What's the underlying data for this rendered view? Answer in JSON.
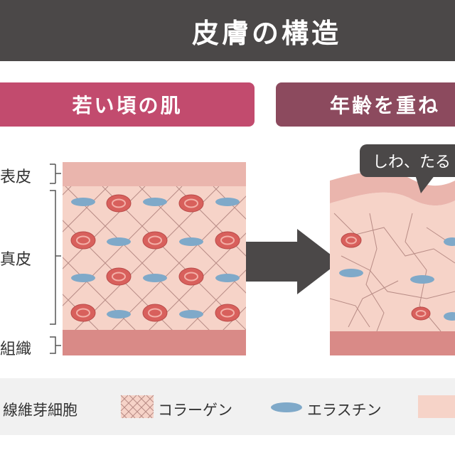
{
  "title": "皮膚の構造",
  "panels": {
    "young": {
      "label": "若い頃の肌"
    },
    "aged": {
      "label": "年齢を重ね",
      "callout": "しわ、たる"
    }
  },
  "layers": {
    "epidermis": "表皮",
    "dermis": "真皮",
    "subcutaneous": "組織"
  },
  "legend": {
    "fibroblast": "線維芽細胞",
    "collagen": "コラーゲン",
    "elastin": "エラスチン"
  },
  "colors": {
    "title_bg": "#4b4848",
    "young_header": "#c24b6e",
    "aged_header": "#8c4a5e",
    "epidermis": "#eab5ad",
    "dermis": "#f6d3c8",
    "subcutaneous": "#d98a87",
    "fibroblast": "#d8605c",
    "elastin": "#7fa9c9"
  }
}
